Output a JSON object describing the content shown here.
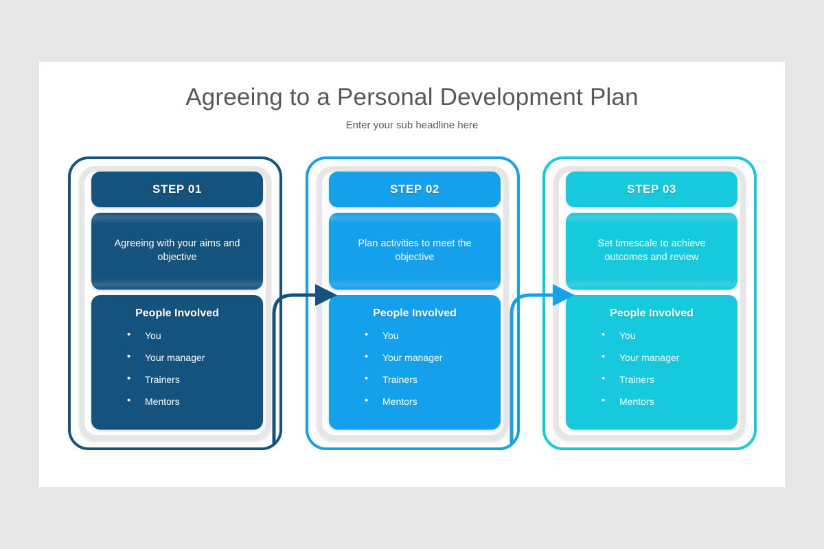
{
  "slide": {
    "title": "Agreeing to a Personal Development Plan",
    "subtitle": "Enter your sub headline here",
    "background_color": "#e8e7e8",
    "canvas_color": "#ffffff"
  },
  "colors": {
    "step_1": "#15537f",
    "step_2": "#14a0ea",
    "step_3": "#16c9dc",
    "frame_grey": "#e6e6e6",
    "title_text": "#585858",
    "subtitle_text": "#5a5a5a"
  },
  "steps": [
    {
      "header": "STEP 01",
      "description": "Agreeing with your aims and objective",
      "people_title": "People Involved",
      "people": [
        "You",
        "Your manager",
        "Trainers",
        "Mentors"
      ],
      "color": "#15537f"
    },
    {
      "header": "STEP 02",
      "description": "Plan activities to meet the objective",
      "people_title": "People Involved",
      "people": [
        "You",
        "Your manager",
        "Trainers",
        "Mentors"
      ],
      "color": "#14a0ea"
    },
    {
      "header": "STEP 03",
      "description": "Set timescale to achieve outcomes and review",
      "people_title": "People Involved",
      "people": [
        "You",
        "Your manager",
        "Trainers",
        "Mentors"
      ],
      "color": "#16c9dc"
    }
  ],
  "connectors": [
    {
      "name": "arrow-step1-to-step2",
      "color": "#15537f"
    },
    {
      "name": "arrow-step2-to-step3",
      "color": "#14a0ea"
    }
  ]
}
